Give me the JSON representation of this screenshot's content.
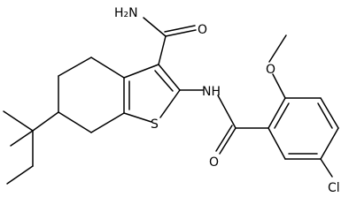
{
  "molecule": {
    "atoms": {
      "nh2": "H₂N",
      "o_amide1": "O",
      "nh": "NH",
      "s": "S",
      "o_methoxy": "O",
      "o_amide2": "O",
      "cl": "Cl"
    }
  }
}
